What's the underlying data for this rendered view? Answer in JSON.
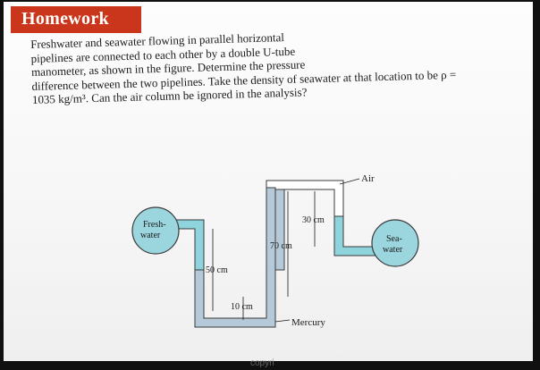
{
  "slide": {
    "title": "Homework",
    "problem_lines": [
      "Freshwater and seawater flowing in parallel horizontal",
      "pipelines are connected to each other by a double U-tube",
      "manometer, as shown in the figure. Determine the pressure",
      "difference between the two pipelines. Take the density of seawater at that location to be ρ =",
      "1035 kg/m³. Can the air column be ignored in the analysis?"
    ]
  },
  "figure": {
    "freshwater_label_1": "Fresh-",
    "freshwater_label_2": "water",
    "seawater_label_1": "Sea-",
    "seawater_label_2": "water",
    "air_label": "Air",
    "mercury_label": "Mercury",
    "dim_50": "50 cm",
    "dim_10": "10 cm",
    "dim_70": "70 cm",
    "dim_30": "30 cm"
  },
  "colors": {
    "title_bar": "#c9361c",
    "water": "#8fd3dc",
    "mercury": "#b5c9d8",
    "pipe_outline": "#3a3a3a"
  },
  "footer_fragment": "copyri"
}
